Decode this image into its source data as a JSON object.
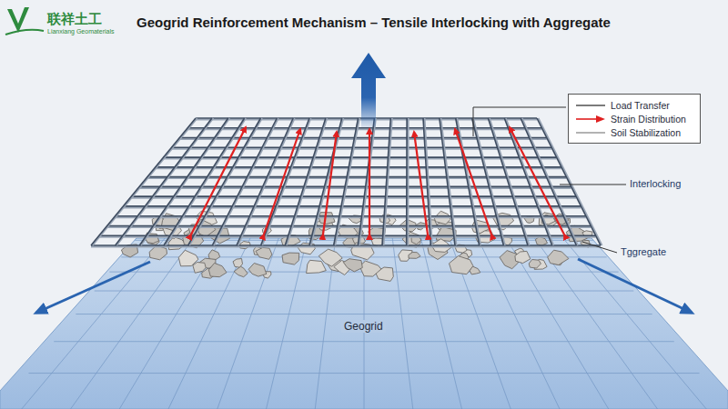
{
  "diagram": {
    "title": "Geogrid Reinforcement Mechanism – Tensile Interlocking with Aggregate",
    "labels": [
      "联祥土工",
      "Lianxiang Geomaterials",
      "Interlocking",
      "Tggregate",
      "Geogrid"
    ],
    "legend": [
      {
        "text": "Load Transfer"
      },
      {
        "text": "Strain Distribution"
      },
      {
        "text": "Soil Stabilization"
      }
    ]
  }
}
